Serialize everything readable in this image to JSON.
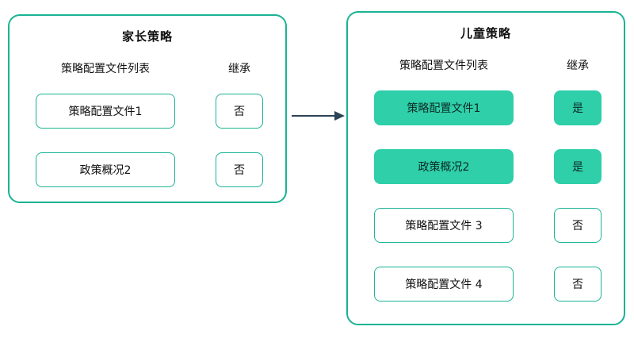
{
  "colors": {
    "border": "#1ab394",
    "fill": "#2ecfa9",
    "arrow": "#2d4356"
  },
  "parent_panel": {
    "title": "家长策略",
    "col_list": "策略配置文件列表",
    "col_inherit": "继承",
    "rows": [
      {
        "label": "策略配置文件1",
        "inherit": "否",
        "highlighted": false
      },
      {
        "label": "政策概况2",
        "inherit": "否",
        "highlighted": false
      }
    ]
  },
  "child_panel": {
    "title": "儿童策略",
    "col_list": "策略配置文件列表",
    "col_inherit": "继承",
    "rows": [
      {
        "label": "策略配置文件1",
        "inherit": "是",
        "highlighted": true
      },
      {
        "label": "政策概况2",
        "inherit": "是",
        "highlighted": true
      },
      {
        "label": "策略配置文件 3",
        "inherit": "否",
        "highlighted": false
      },
      {
        "label": "策略配置文件 4",
        "inherit": "否",
        "highlighted": false
      }
    ]
  }
}
